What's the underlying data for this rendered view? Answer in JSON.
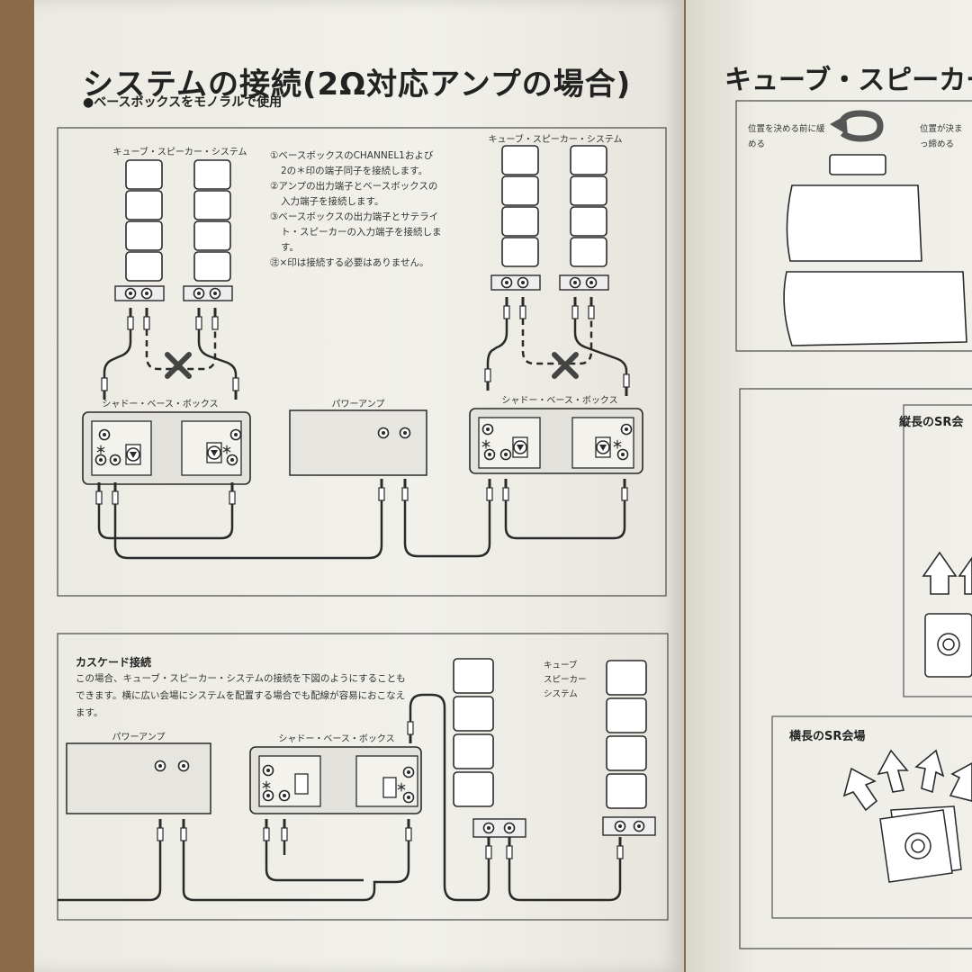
{
  "title": "システムの接続(2Ω対応アンプの場合)",
  "subtitle": "●ベースボックスをモノラルで使用",
  "right_page": {
    "title": "キューブ・スピーカー",
    "note_left": "位置を決める前に緩める",
    "note_right": "位置が決まっ締める",
    "sr_vertical": "縦長のSR会",
    "sr_horizontal": "横長のSR会場"
  },
  "diagram1": {
    "speaker_label_left": "キューブ・スピーカー・システム",
    "speaker_label_right": "キューブ・スピーカー・システム",
    "bassbox_label_left": "シャドー・ベース・ボックス",
    "bassbox_label_right": "シャドー・ベース・ボックス",
    "amp_label": "パワーアンプ",
    "notes": [
      "①ベースボックスのCHANNEL1および",
      "2の＊印の端子同子を接続します。",
      "②アンプの出力端子とベースボックスの",
      "入力端子を接続します。",
      "③ベースボックスの出力端子とサテライ",
      "ト・スピーカーの入力端子を接続しま",
      "す。",
      "㊟×印は接続する必要はありません。"
    ]
  },
  "diagram2": {
    "title": "カスケード接続",
    "text": "この場合、キューブ・スピーカー・システムの接続を下図のようにすることもできます。横に広い会場にシステムを配置する場合でも配線が容易におこなえます。",
    "amp_label": "パワーアンプ",
    "bassbox_label": "シャドー・ベース・ボックス",
    "speaker_label_lines": [
      "キューブ",
      "スピーカー",
      "システム"
    ]
  },
  "symbols": {
    "asterisk": "＊"
  },
  "colors": {
    "paper": "#f0efe9",
    "ink": "#2a2a2a",
    "box_fill": "#e3e2dc"
  }
}
